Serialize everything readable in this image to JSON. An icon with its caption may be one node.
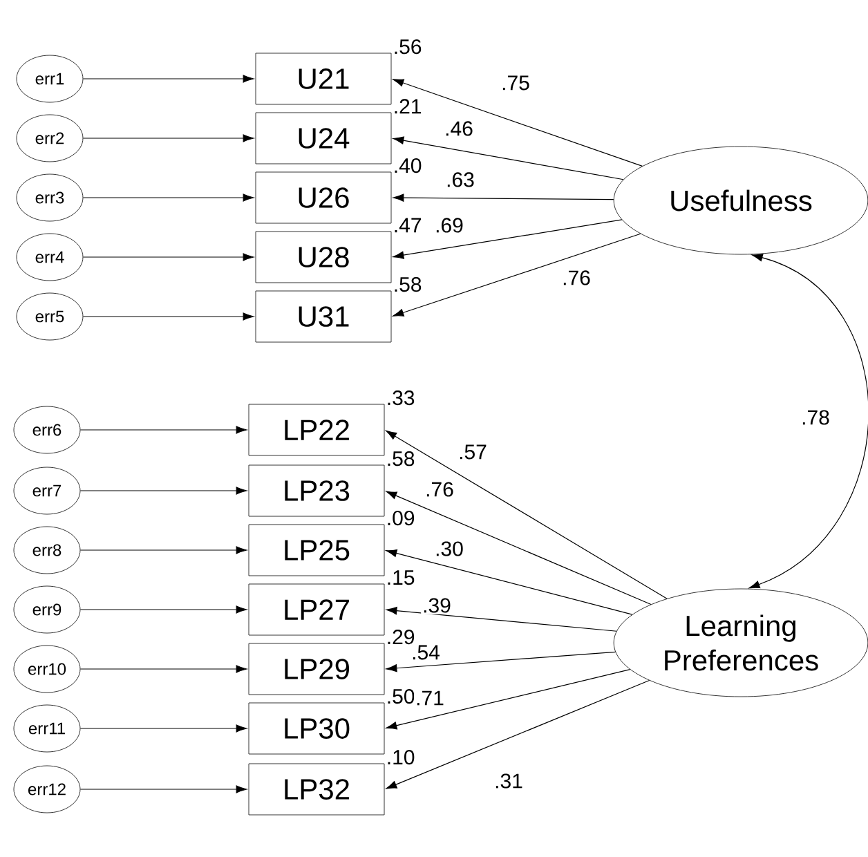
{
  "diagram": {
    "nodes": [
      {
        "text": [
          "err1"
        ]
      },
      {
        "text": [
          "err2"
        ]
      },
      {
        "text": [
          "err3"
        ]
      },
      {
        "text": [
          "err4"
        ]
      },
      {
        "text": [
          "err5"
        ]
      },
      {
        "text": [
          "err6"
        ]
      },
      {
        "text": [
          "err7"
        ]
      },
      {
        "text": [
          "err8"
        ]
      },
      {
        "text": [
          "err9"
        ]
      },
      {
        "text": [
          "err10"
        ]
      },
      {
        "text": [
          "err11"
        ]
      },
      {
        "text": [
          "err12"
        ]
      },
      {
        "text": [
          "U21"
        ],
        "beside": [
          ".56"
        ]
      },
      {
        "text": [
          "U24"
        ],
        "beside": [
          ".21"
        ]
      },
      {
        "text": [
          "U26"
        ],
        "beside": [
          ".40"
        ]
      },
      {
        "text": [
          "U28"
        ],
        "beside": [
          ".47"
        ]
      },
      {
        "text": [
          "U31"
        ],
        "beside": [
          ".58"
        ]
      },
      {
        "text": [
          "LP22"
        ],
        "beside": [
          ".33"
        ]
      },
      {
        "text": [
          "LP23"
        ],
        "beside": [
          ".58"
        ]
      },
      {
        "text": [
          "LP25"
        ],
        "beside": [
          ".09"
        ]
      },
      {
        "text": [
          "LP27"
        ],
        "beside": [
          ".15"
        ]
      },
      {
        "text": [
          "LP29"
        ],
        "beside": [
          ".29"
        ]
      },
      {
        "text": [
          "LP30"
        ],
        "beside": [
          ".50"
        ]
      },
      {
        "text": [
          "LP32"
        ],
        "beside": [
          ".10"
        ]
      },
      {
        "text": [
          "Usefulness"
        ]
      },
      {
        "text": [
          "Learning Preferences"
        ]
      }
    ],
    "edges": [
      {
        "from": 0,
        "to": 12,
        "arrow": "to"
      },
      {
        "from": 1,
        "to": 13,
        "arrow": "to"
      },
      {
        "from": 2,
        "to": 14,
        "arrow": "to"
      },
      {
        "from": 3,
        "to": 15,
        "arrow": "to"
      },
      {
        "from": 4,
        "to": 16,
        "arrow": "to"
      },
      {
        "from": 5,
        "to": 17,
        "arrow": "to"
      },
      {
        "from": 6,
        "to": 18,
        "arrow": "to"
      },
      {
        "from": 7,
        "to": 19,
        "arrow": "to"
      },
      {
        "from": 8,
        "to": 20,
        "arrow": "to"
      },
      {
        "from": 9,
        "to": 21,
        "arrow": "to"
      },
      {
        "from": 10,
        "to": 22,
        "arrow": "to"
      },
      {
        "from": 11,
        "to": 23,
        "arrow": "to"
      },
      {
        "from": 24,
        "to": 12,
        "arrow": "to",
        "label": ".75"
      },
      {
        "from": 24,
        "to": 13,
        "arrow": "to",
        "label": ".46"
      },
      {
        "from": 24,
        "to": 14,
        "arrow": "to",
        "label": ".63"
      },
      {
        "from": 24,
        "to": 15,
        "arrow": "to",
        "label": ".69"
      },
      {
        "from": 24,
        "to": 16,
        "arrow": "to",
        "label": ".76"
      },
      {
        "from": 25,
        "to": 17,
        "arrow": "to",
        "label": ".57"
      },
      {
        "from": 25,
        "to": 18,
        "arrow": "to",
        "label": ".76"
      },
      {
        "from": 25,
        "to": 19,
        "arrow": "to",
        "label": ".30"
      },
      {
        "from": 25,
        "to": 20,
        "arrow": "to",
        "label": ".39"
      },
      {
        "from": 25,
        "to": 21,
        "arrow": "to",
        "label": ".54"
      },
      {
        "from": 25,
        "to": 22,
        "arrow": "to",
        "label": ".71"
      },
      {
        "from": 25,
        "to": 23,
        "arrow": "to",
        "label": ".31"
      },
      {
        "from": 24,
        "to": 25,
        "arrow": "both",
        "label": ".78"
      }
    ]
  }
}
